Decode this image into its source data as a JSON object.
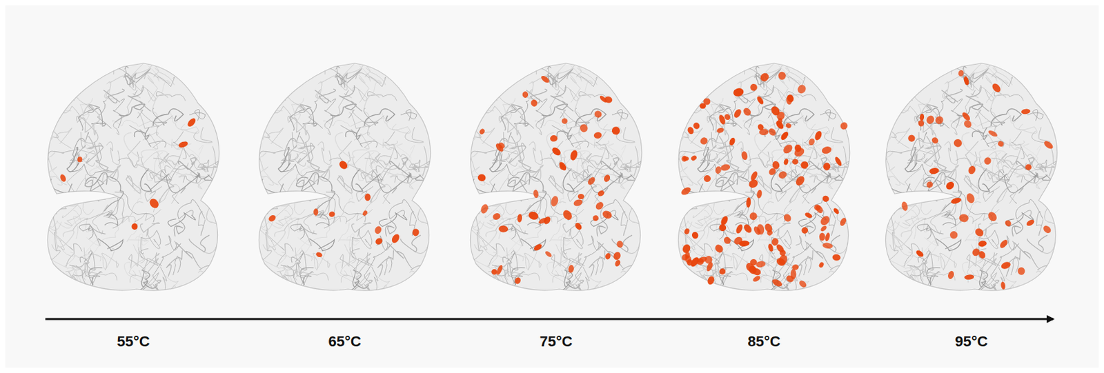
{
  "diagram": {
    "labels": [
      "55°C",
      "65°C",
      "75°C",
      "85°C",
      "95°C"
    ]
  }
}
